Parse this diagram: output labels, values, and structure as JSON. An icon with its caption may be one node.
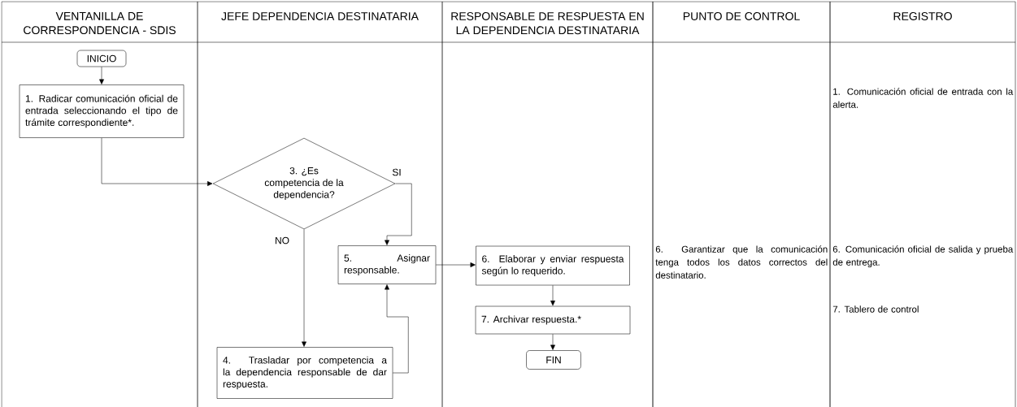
{
  "diagram": {
    "nodes": [
      {
        "text": [
          "VENTANILLA DE CORRESPONDENCIA - SDIS"
        ]
      },
      {
        "text": [
          "JEFE DEPENDENCIA DESTINATARIA"
        ]
      },
      {
        "text": [
          "RESPONSABLE DE RESPUESTA EN LA DEPENDENCIA DESTINATARIA"
        ]
      },
      {
        "text": [
          "PUNTO DE CONTROL"
        ]
      },
      {
        "text": [
          "REGISTRO"
        ]
      },
      {
        "text": [
          "INICIO"
        ],
        "in": 0
      },
      {
        "text": [
          "1. Radicar comunicación oficial de entrada seleccionando el tipo de trámite correspondiente*."
        ],
        "in": 0
      },
      {
        "text": [
          "3. ¿Es competencia de la dependencia?"
        ],
        "in": 1
      },
      {
        "text": [
          "5. Asignar responsable."
        ],
        "in": 1
      },
      {
        "text": [
          "4. Trasladar por competencia a la dependencia responsable de dar respuesta."
        ],
        "in": 1
      },
      {
        "text": [
          "6. Elaborar y enviar respuesta según lo requerido."
        ],
        "in": 2
      },
      {
        "text": [
          "7. Archivar respuesta.*"
        ],
        "in": 2
      },
      {
        "text": [
          "FIN"
        ],
        "in": 2
      }
    ],
    "edges": [
      {
        "from": 5,
        "to": 6,
        "arrow": "to"
      },
      {
        "from": 6,
        "to": 7,
        "arrow": "to"
      },
      {
        "from": 7,
        "to": 8,
        "arrow": "to",
        "label": "SI"
      },
      {
        "from": 7,
        "to": 9,
        "arrow": "to",
        "label": "NO"
      },
      {
        "from": 9,
        "to": 8,
        "arrow": "to"
      },
      {
        "from": 8,
        "to": 10,
        "arrow": "to"
      },
      {
        "from": 10,
        "to": 11,
        "arrow": "to"
      },
      {
        "from": 11,
        "to": 12,
        "arrow": "to"
      }
    ],
    "labels": [
      "1. Comunicación oficial de entrada con la alerta.",
      "6. Garantizar que la comunicación tenga todos los datos correctos del destinatario.",
      "6. Comunicación oficial de salida y prueba de entrega.",
      "7. Tablero de control"
    ]
  }
}
